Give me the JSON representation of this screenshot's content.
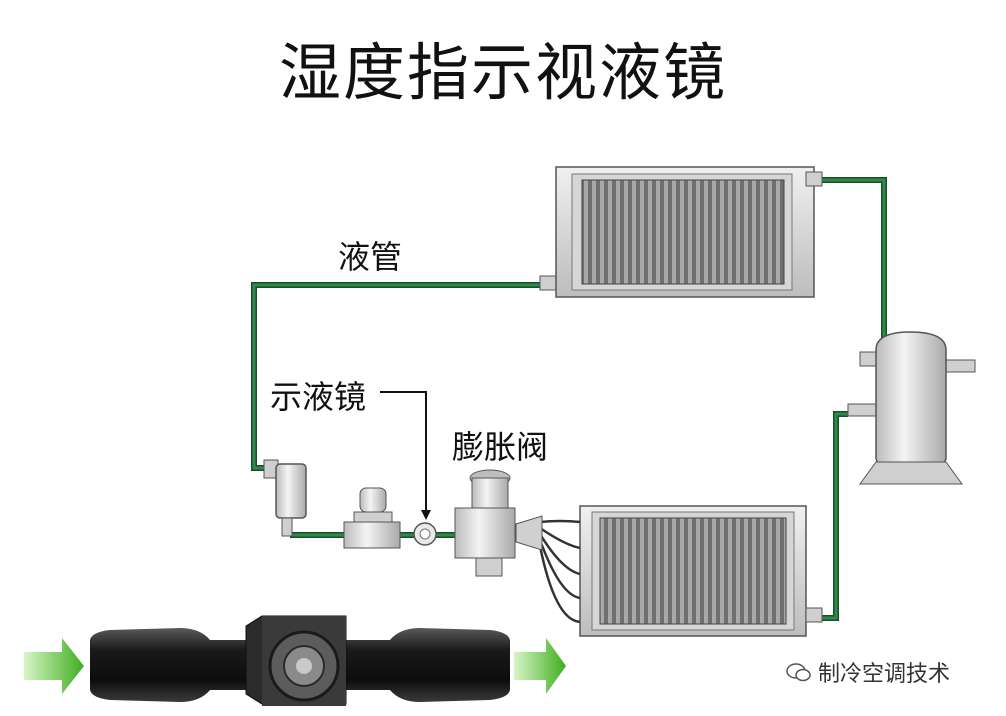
{
  "title": "湿度指示视液镜",
  "labels": {
    "liquid_line": "液管",
    "sight_glass": "示液镜",
    "expansion_valve": "膨胀阀"
  },
  "watermark": "制冷空调技术",
  "colors": {
    "pipe": "#1f6b3a",
    "arrow": "#4fbf2a",
    "coil_fin": "#8a8a8a",
    "frame": "#d9d9d9"
  },
  "icons": [
    "condenser-icon",
    "compressor-icon",
    "evaporator-icon",
    "filter-drier-icon",
    "solenoid-valve-icon",
    "sight-glass-icon",
    "expansion-valve-icon",
    "flow-arrow-icon",
    "wechat-icon"
  ]
}
